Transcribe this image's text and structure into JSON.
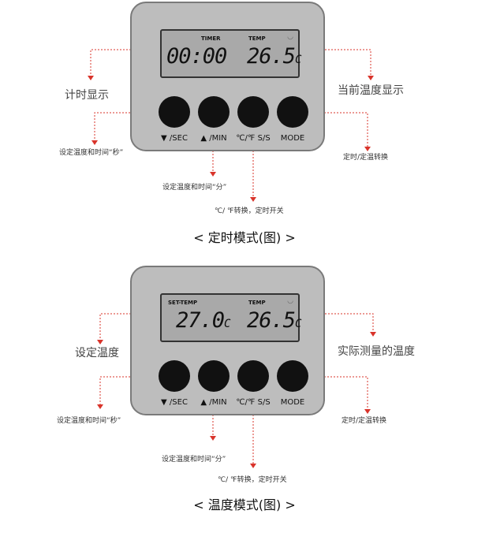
{
  "panels": [
    {
      "lcd": {
        "label_left": "TIMER",
        "label_right": "TEMP",
        "value_left": "00:00",
        "unit_left": "",
        "value_right": "26.5",
        "unit_right": "C"
      },
      "buttons": [
        "▼ /SEC",
        "▲ /MIN",
        "℃/℉ S/S",
        "MODE"
      ],
      "callout_left": "计时显示",
      "callout_right": "当前温度显示",
      "annotations": {
        "sec": "设定温度和时间“秒”",
        "min": "设定温度和时间“分”",
        "ss": "℃/ ℉转换，定时开关",
        "mode": "定时/定温转换"
      },
      "title": "< 定时模式(图) >"
    },
    {
      "lcd": {
        "label_left": "SET-TEMP",
        "label_right": "TEMP",
        "value_left": "27.0",
        "unit_left": "C",
        "value_right": "26.5",
        "unit_right": "C"
      },
      "buttons": [
        "▼ /SEC",
        "▲ /MIN",
        "℃/℉ S/S",
        "MODE"
      ],
      "callout_left": "设定温度",
      "callout_right": "实际测量的温度",
      "annotations": {
        "sec": "设定温度和时间“秒”",
        "min": "设定温度和时间“分”",
        "ss": "℃/ ℉转换，定时开关",
        "mode": "定时/定温转换"
      },
      "title": "< 温度模式(图) >"
    }
  ],
  "colors": {
    "device_body": "#bdbdbd",
    "lcd": "#a9a9a9",
    "button": "#111111",
    "leader": "#d9342b"
  },
  "icons": {
    "antenna": "signal-icon"
  }
}
